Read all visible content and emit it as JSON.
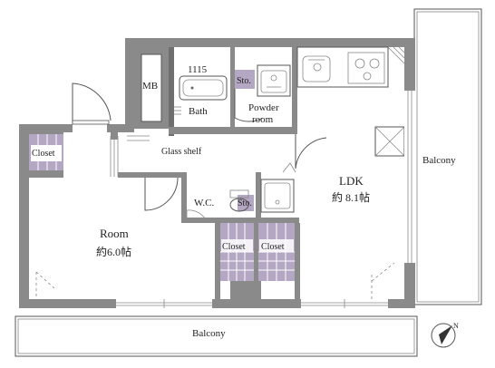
{
  "rooms": {
    "mb": "MB",
    "unit_bath_size": "1115",
    "bath": "Bath",
    "storage_1": "Sto.",
    "powder_room": "Powder\nroom",
    "closet_entry": "Closet",
    "glass_shelf": "Glass shelf",
    "ldk_name": "LDK",
    "ldk_size": "約 8.1帖",
    "wc": "W.C.",
    "storage_2": "Sto.",
    "room_name": "Room",
    "room_size": "約6.0帖",
    "closet_left": "Closet",
    "closet_right": "Closet",
    "balcony_right": "Balcony",
    "balcony_bottom": "Balcony"
  },
  "colors": {
    "wall": "#8a8a8a",
    "closet": "#b3a7c3",
    "line": "#555555"
  },
  "icons": [
    "north-arrow-icon",
    "kitchen-stove-icon",
    "sink-icon",
    "bathtub-icon",
    "toilet-icon",
    "washer-pan-icon",
    "skylight-icon"
  ]
}
